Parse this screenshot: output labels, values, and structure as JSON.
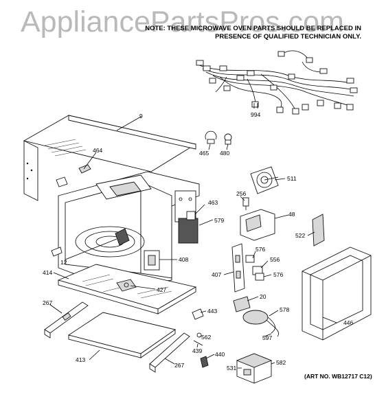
{
  "watermark": "AppliancePartsPros.com",
  "notice": {
    "line1": "NOTE: THESE MICROWAVE OVEN PARTS SHOULD BE REPLACED IN",
    "line2": "PRESENCE OF QUALIFIED TECHNICIAN ONLY."
  },
  "art_number": "(ART NO. WB12717 C12)",
  "callouts": {
    "c9": "9",
    "c464": "464",
    "c465": "465",
    "c480": "480",
    "c994": "994",
    "c511": "511",
    "c256": "256",
    "c463": "463",
    "c579": "579",
    "c48": "48",
    "c522": "522",
    "c12": "12",
    "c408": "408",
    "c414": "414",
    "c427": "427",
    "c407": "407",
    "c576a": "576",
    "c556": "556",
    "c576b": "576",
    "c267a": "267",
    "c443": "443",
    "c20": "20",
    "c578": "578",
    "c446": "446",
    "c562": "562",
    "c597": "597",
    "c439": "439",
    "c413": "413",
    "c440": "440",
    "c267b": "267",
    "c531": "531",
    "c582": "582"
  }
}
